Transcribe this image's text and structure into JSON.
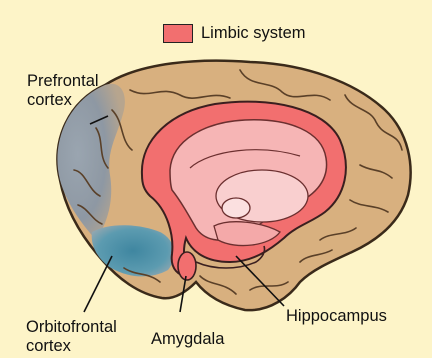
{
  "legend": {
    "label": "Limbic system",
    "color": "#f26f6f"
  },
  "labels": {
    "prefrontal_line1": "Prefrontal",
    "prefrontal_line2": "cortex",
    "orbitofrontal_line1": "Orbitofrontal",
    "orbitofrontal_line2": "cortex",
    "amygdala": "Amygdala",
    "hippocampus": "Hippocampus"
  },
  "colors": {
    "background": "#fdf4c8",
    "cortex": "#d8b07f",
    "prefrontal": "#8b96a3",
    "orbitofrontal": "#4d90a6",
    "limbic": "#f26f6f",
    "limbic_inner": "#f6b5b5"
  }
}
